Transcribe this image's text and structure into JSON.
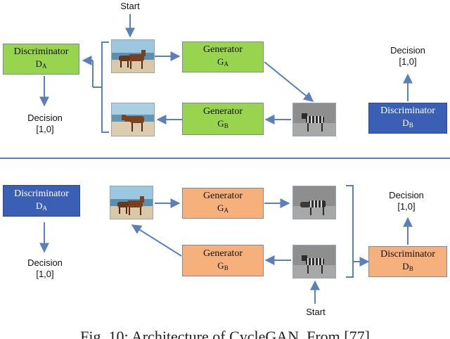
{
  "start_label": "Start",
  "decision_label": "Decision",
  "decision_value": "[1,0]",
  "top": {
    "discriminator_a": {
      "name": "Discriminator",
      "sub": "A"
    },
    "generator_a": {
      "name": "Generator",
      "sub": "A"
    },
    "generator_b": {
      "name": "Generator",
      "sub": "B"
    },
    "discriminator_b": {
      "name": "Discriminator",
      "sub": "B"
    }
  },
  "bottom": {
    "discriminator_a": {
      "name": "Discriminator",
      "sub": "A"
    },
    "generator_a": {
      "name": "Generator",
      "sub": "A"
    },
    "generator_b": {
      "name": "Generator",
      "sub": "B"
    },
    "discriminator_b": {
      "name": "Discriminator",
      "sub": "B"
    }
  },
  "caption": "Fig. 10: Architecture of CycleGAN. From [77]",
  "colors": {
    "green": "#99d44f",
    "orange": "#f5b07c",
    "blue": "#3b5fb5",
    "arrow": "#5b7fb8"
  }
}
